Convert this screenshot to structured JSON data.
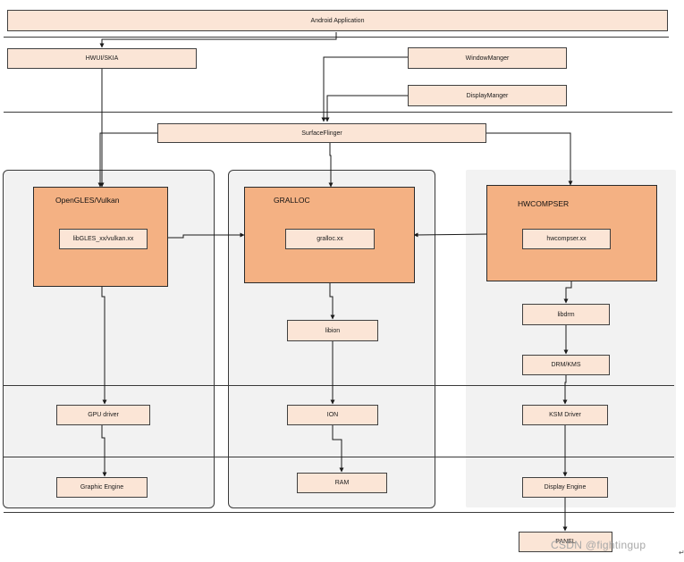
{
  "app": {
    "label": "Android Application"
  },
  "hwui": {
    "label": "HWUI/SKIA"
  },
  "window_manager": {
    "label": "WindowManger"
  },
  "display_manager": {
    "label": "DisplayManger"
  },
  "surface_flinger": {
    "label": "SurfaceFlinger"
  },
  "opengles": {
    "title": "OpenGLES/Vulkan",
    "inner": "libGLES_xx/vulkan.xx"
  },
  "gralloc": {
    "title": "GRALLOC",
    "inner": "gralloc.xx"
  },
  "hwcomposer": {
    "title": "HWCOMPSER",
    "inner": "hwcompser.xx"
  },
  "libion": {
    "label": "libion"
  },
  "libdrm": {
    "label": "libdrm"
  },
  "drm_kms": {
    "label": "DRM/KMS"
  },
  "gpu_driver": {
    "label": "GPU driver"
  },
  "ion": {
    "label": "ION"
  },
  "ksm_driver": {
    "label": "KSM Driver"
  },
  "graphic_engine": {
    "label": "Graphic Engine"
  },
  "ram": {
    "label": "RAM"
  },
  "display_engine": {
    "label": "Display Engine"
  },
  "panel_box": {
    "label": "PANEL"
  },
  "watermark": {
    "text": "CSDN @fightingup"
  },
  "stray_glyph": {
    "text": "↵"
  },
  "colors": {
    "small_box_fill": "#fbe5d6",
    "big_box_fill": "#f4b183",
    "panel_fill": "#f2f2f2",
    "line": "#2a2a2a"
  }
}
